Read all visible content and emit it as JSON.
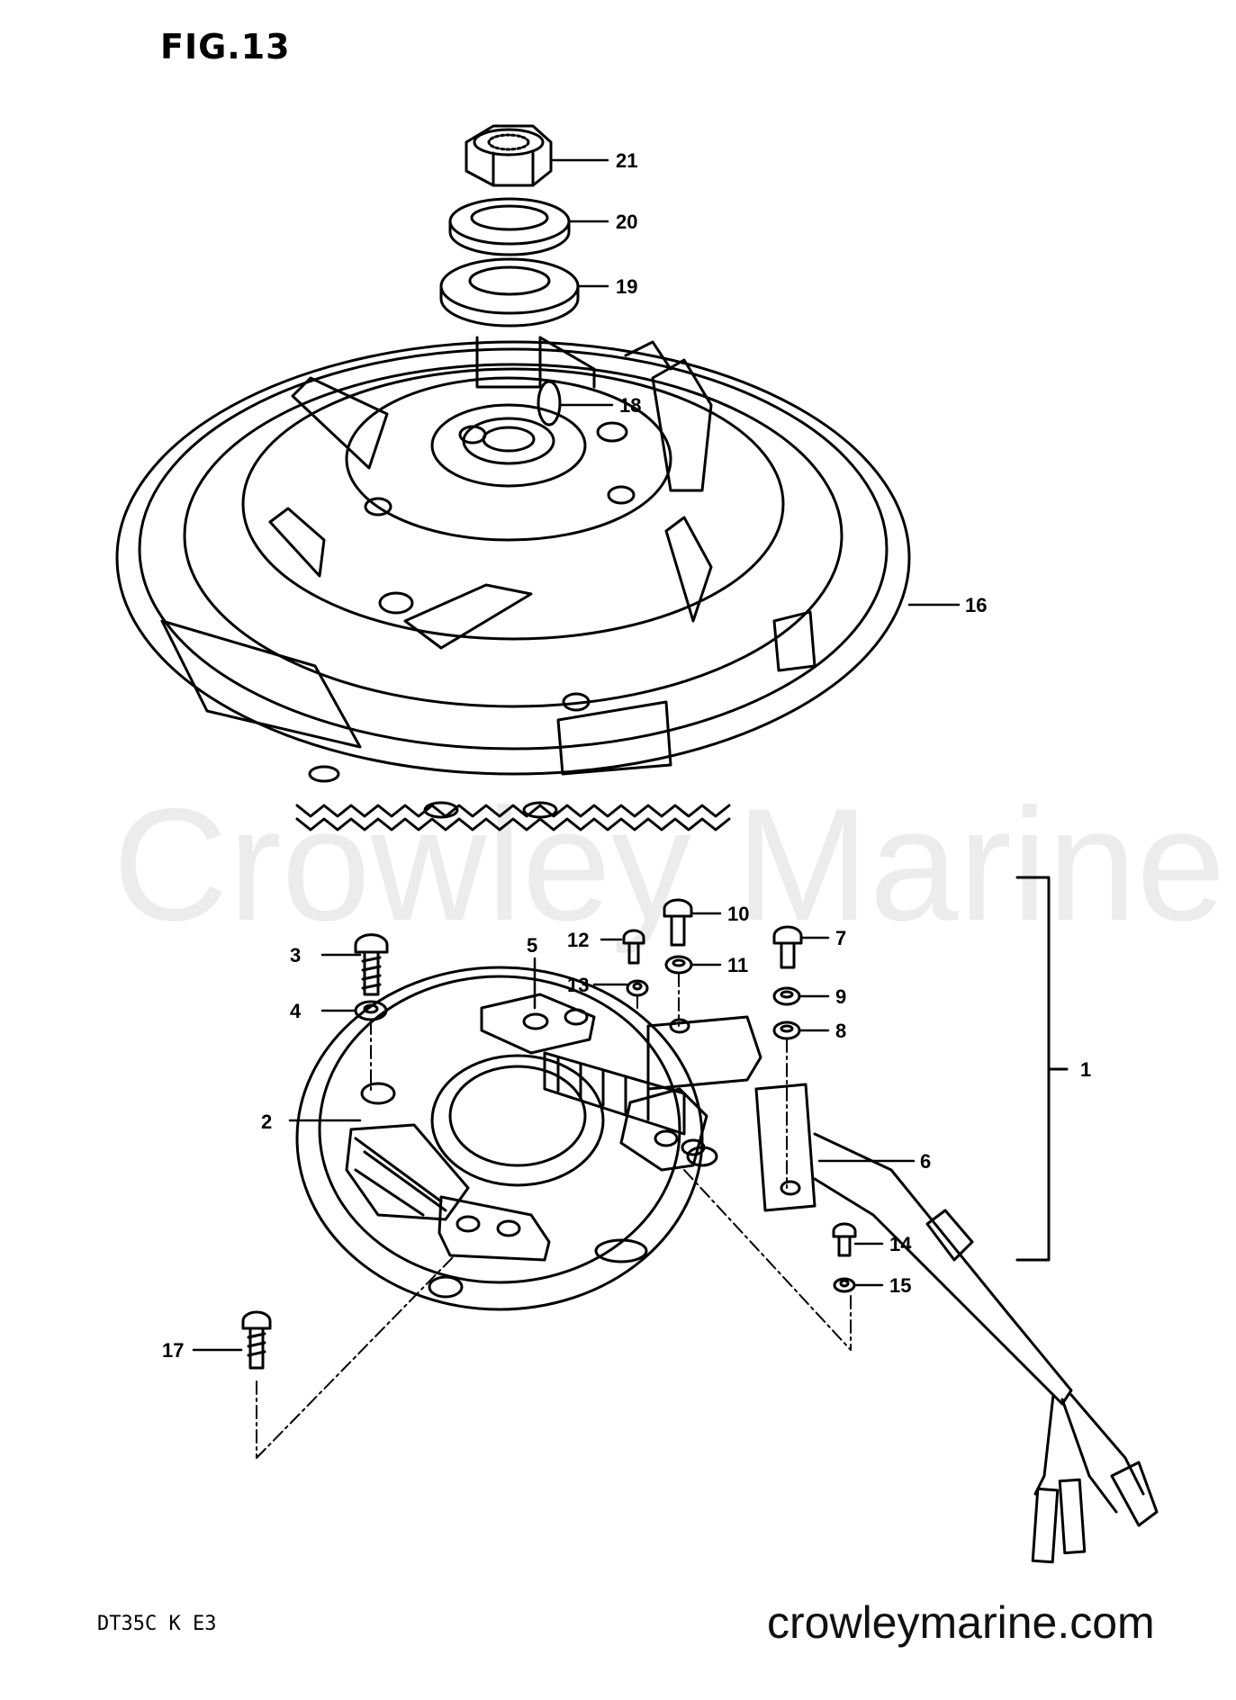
{
  "figure_title": "FIG.13",
  "model_code": "DT35C K E3",
  "watermark": "Crowley Marine",
  "site_url": "crowleymarine.com",
  "callouts": {
    "c1": "1",
    "c2": "2",
    "c3": "3",
    "c4": "4",
    "c5": "5",
    "c6": "6",
    "c7": "7",
    "c8": "8",
    "c9": "9",
    "c10": "10",
    "c11": "11",
    "c12": "12",
    "c13": "13",
    "c14": "14",
    "c15": "15",
    "c16": "16",
    "c17": "17",
    "c18": "18",
    "c19": "19",
    "c20": "20",
    "c21": "21"
  }
}
